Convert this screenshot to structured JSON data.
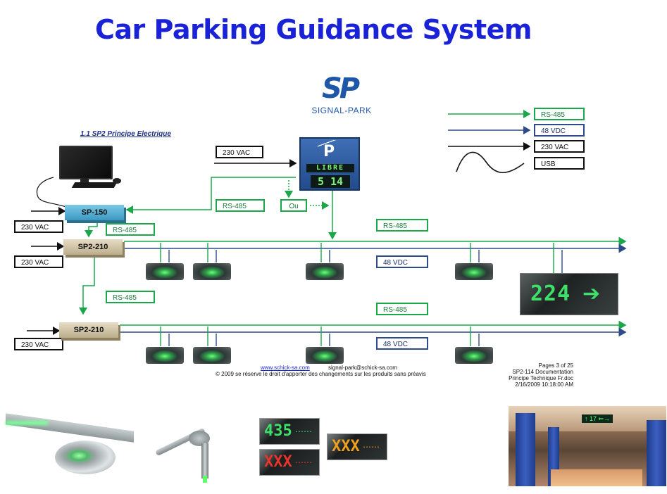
{
  "title": "Car Parking Guidance System",
  "logo": {
    "mark": "SP",
    "name": "SIGNAL-PARK"
  },
  "diagram_heading": "1.1 SP2 Principe Electrique",
  "legend": [
    {
      "label": "RS-485",
      "color": "#1aa84a"
    },
    {
      "label": "48 VDC",
      "color": "#2d4b8a"
    },
    {
      "label": "230 VAC",
      "color": "#111111"
    },
    {
      "label": "USB",
      "color": "#111111"
    }
  ],
  "display_sign": {
    "word": "LIBRE",
    "digits": "5 14",
    "symbol": "P"
  },
  "labels": {
    "vac_top": "230 VAC",
    "vac_sp150": "230 VAC",
    "vac_bus1": "230 VAC",
    "vac_bus2": "230 VAC",
    "rs485_display": "RS-485",
    "ou": "Ou",
    "rs485_bus1_left": "RS-485",
    "rs485_bus1_right": "RS-485",
    "vdc_bus1": "48 VDC",
    "rs485_bus2_left": "RS-485",
    "rs485_bus2_right": "RS-485",
    "vdc_bus2": "48 VDC"
  },
  "devices": {
    "sp150": "SP-150",
    "sp210_a": "SP2-210",
    "sp210_b": "SP2-210"
  },
  "counter_sign": "224",
  "footer": {
    "website": "www.schick-sa.com",
    "email": "signal-park@schick-sa.com",
    "copyright": "© 2009 se réserve le droit d'apporter des changements sur les produits sans préavis",
    "pages": "Pages 3 of 25",
    "doc": "SP2-114 Documentation",
    "file": "Principe Technique Fr.doc",
    "date": "2/16/2009 10:18:00 AM"
  },
  "panels": {
    "green": "435",
    "red": "XXX",
    "amber": "XXX"
  },
  "garage_sign": "↑ 17 ⇐→"
}
